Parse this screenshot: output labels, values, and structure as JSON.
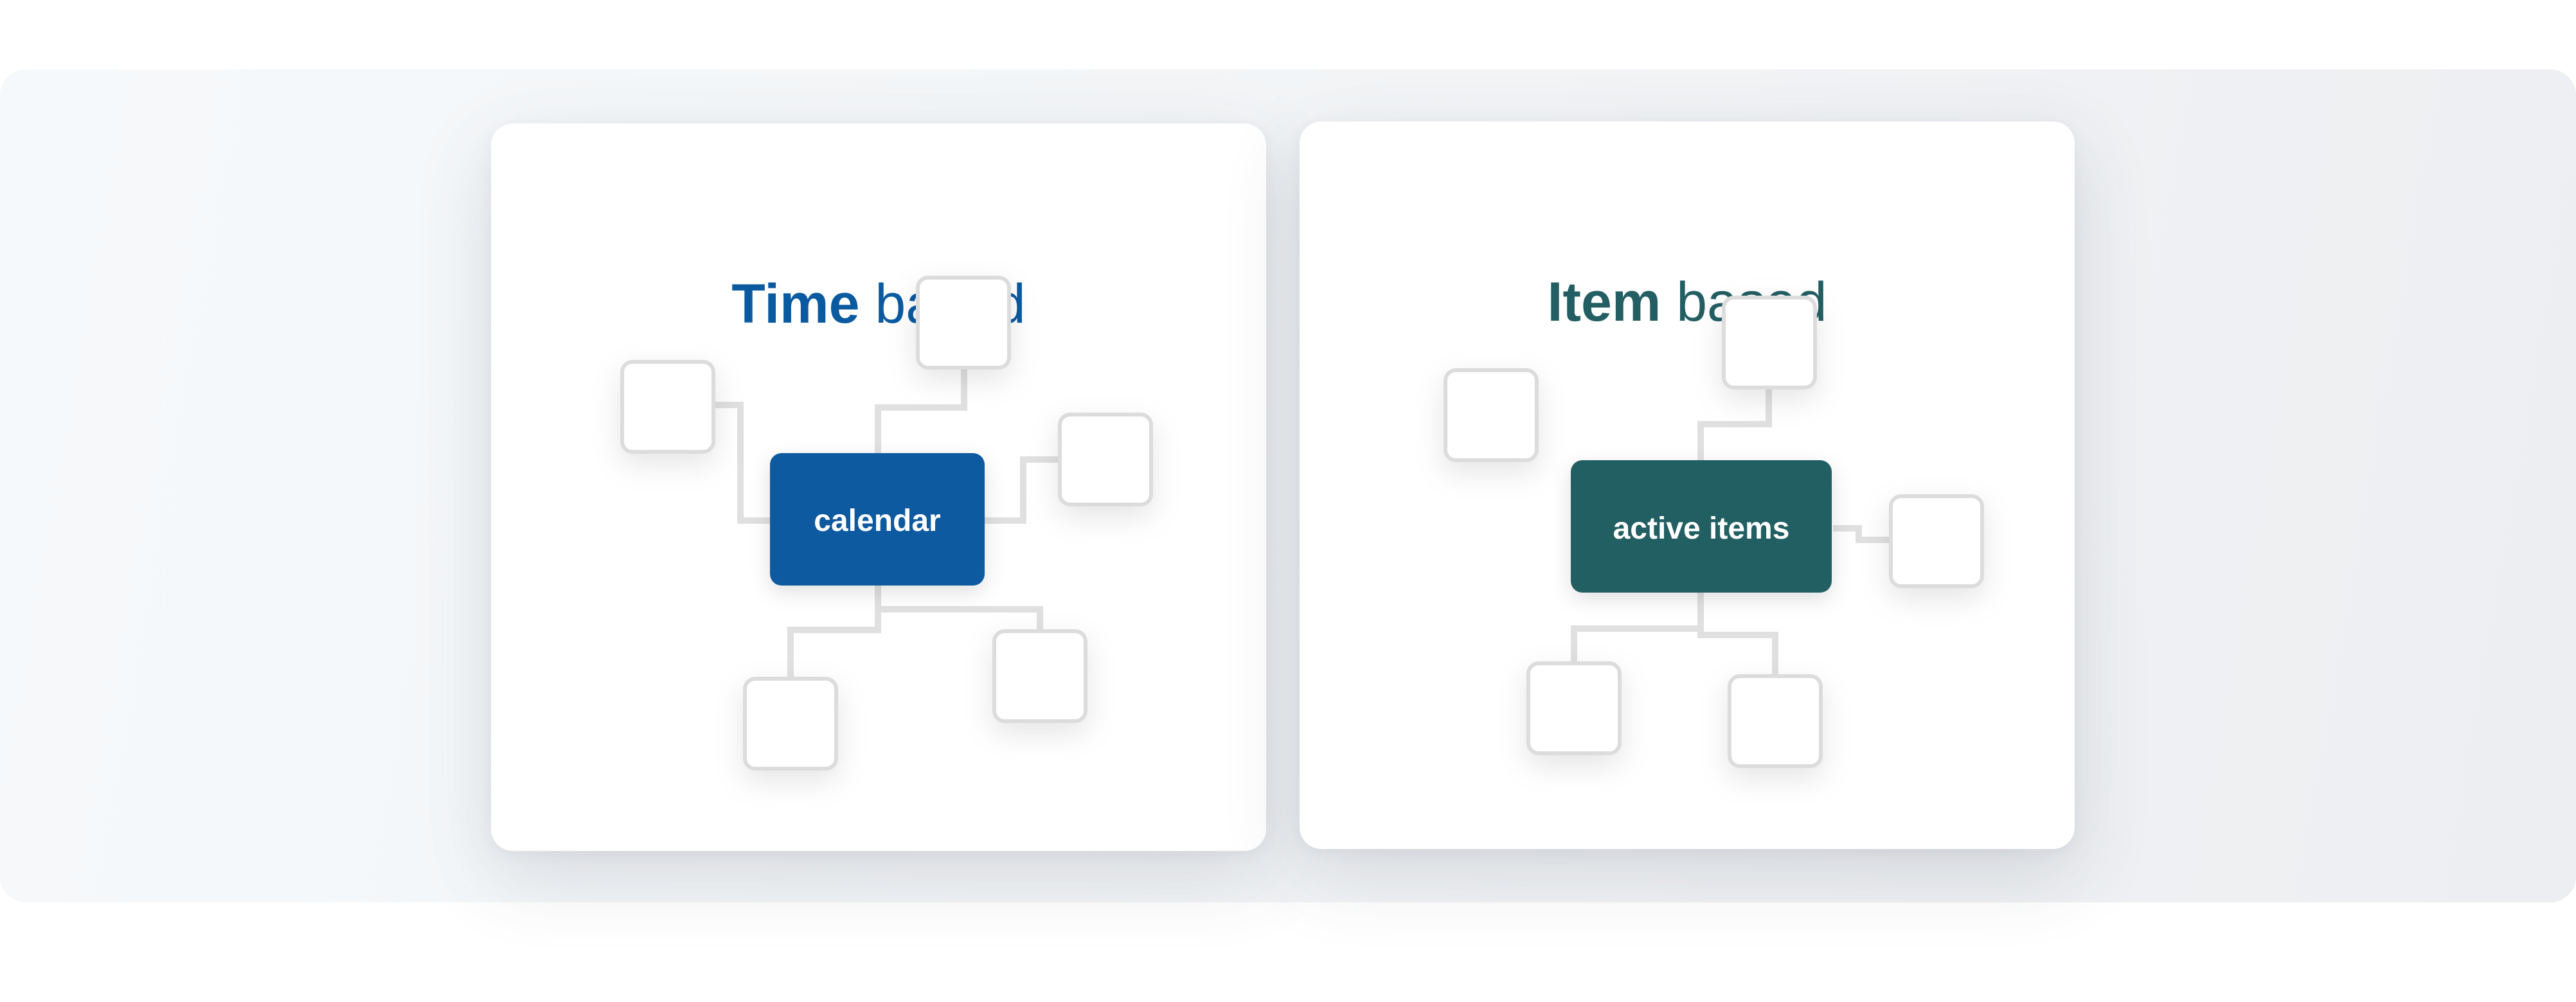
{
  "cards": [
    {
      "title_strong": "Time",
      "title_rest": "based",
      "hub_label": "calendar",
      "accent_color": "#0a5aa0",
      "leaf_count": 5
    },
    {
      "title_strong": "Item",
      "title_rest": "based",
      "hub_label": "active items",
      "accent_color": "#235e63",
      "leaf_count": 5
    }
  ]
}
